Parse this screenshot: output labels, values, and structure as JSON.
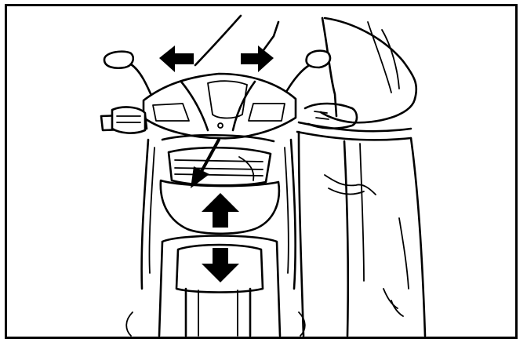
{
  "illustration": {
    "subject": "scooter-with-rider-standing",
    "arrows": [
      {
        "name": "left-mirror-adjust-arrow",
        "direction": "left"
      },
      {
        "name": "right-mirror-adjust-arrow",
        "direction": "right"
      },
      {
        "name": "headlight-diagonal-arrow",
        "direction": "down-left"
      },
      {
        "name": "up-arrow",
        "direction": "up"
      },
      {
        "name": "down-arrow",
        "direction": "down"
      }
    ],
    "colors": {
      "ink": "#000000",
      "background": "#ffffff"
    }
  }
}
